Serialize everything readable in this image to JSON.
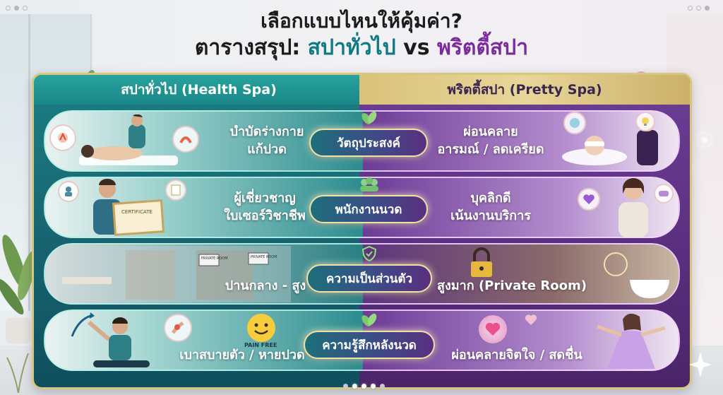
{
  "title": {
    "line1": "เลือกแบบไหนให้คุ้มค่า?",
    "line2_prefix": "ตารางสรุป: ",
    "line2_left": "สปาทั่วไป",
    "line2_vs": " vs ",
    "line2_right": "พริตตี้สปา"
  },
  "columns": {
    "left": "สปาทั่วไป (Health Spa)",
    "right": "พริตตี้สปา (Pretty Spa)"
  },
  "rows": [
    {
      "category": "วัตถุประสงค์",
      "icon": "leaf-icon",
      "left": [
        "บำบัดร่างกาย",
        "แก้ปวด"
      ],
      "right": [
        "ผ่อนคลาย",
        "อารมณ์ / ลดเครียด"
      ]
    },
    {
      "category": "พนักงานนวด",
      "icon": "people-icon",
      "left": [
        "ผู้เชี่ยวชาญ",
        "ใบเซอร์วิชาชีพ"
      ],
      "right": [
        "บุคลิกดี",
        "เน้นงานบริการ"
      ]
    },
    {
      "category": "ความเป็นส่วนตัว",
      "icon": "shield-check-icon",
      "left": [
        "ปานกลาง - สูง"
      ],
      "right": [
        "สูงมาก (Private Room)"
      ]
    },
    {
      "category": "ความรู้สึกหลังนวด",
      "icon": "leaf-icon",
      "left": [
        "เบาสบายตัว / หายปวด"
      ],
      "right": [
        "ผ่อนคลายจิตใจ / สดชื่น"
      ]
    }
  ],
  "signs": {
    "private_room_1": "PRIVATE ROOM",
    "private_room_2": "PRIVATE ROOM",
    "certificate": "CERTIFICATE",
    "pain_free": "PAIN FREE"
  },
  "colors": {
    "teal": "#1b7f83",
    "purple": "#5b2f80",
    "gold": "#d8c67a"
  }
}
